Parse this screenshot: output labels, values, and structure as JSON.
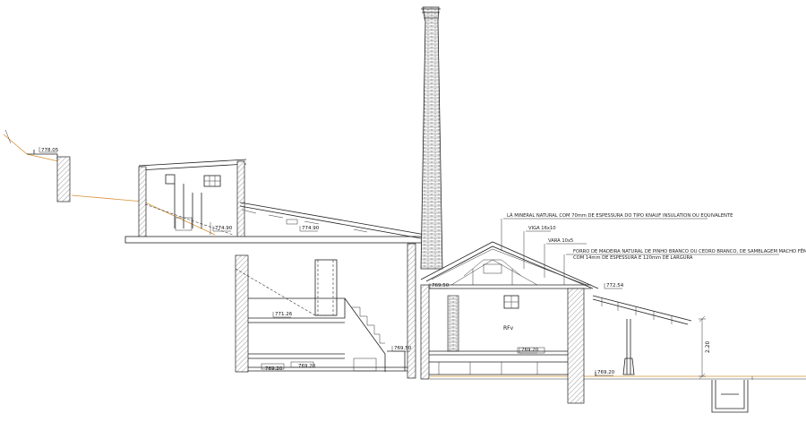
{
  "annotations": {
    "roof_insulation": "LÃ MINERAL NATURAL COM 70mm DE ESPESSURA DO TIPO KNAUF INSULATION OU EQUIVALENTE",
    "beam": "VIGA 16x10",
    "rafter": "VARA 10x5",
    "ceiling_lining": "FORRO DE MADEIRA NATURAL DE PINHO BRANCO OU CEDRO BRANCO, DE SAMBLAGEM MACHO FÊMEA",
    "ceiling_lining_spec": "COM 14mm DE ESPESSURA E 120mm DE LARGURA"
  },
  "levels": {
    "l1": "778.05",
    "l2": "774.90",
    "l3": "774.90",
    "l4": "771.26",
    "l5": "769.50",
    "l6": "769.50",
    "l7": "769.20",
    "l8": "769.20",
    "l9": "772.54",
    "l10": "769.20",
    "l11": "769.20"
  },
  "rooms": {
    "rfv": "RFv"
  },
  "dimensions": {
    "height": "2.20"
  },
  "colors": {
    "linework": "#222222",
    "terrain": "#d9903a",
    "background": "#ffffff"
  }
}
